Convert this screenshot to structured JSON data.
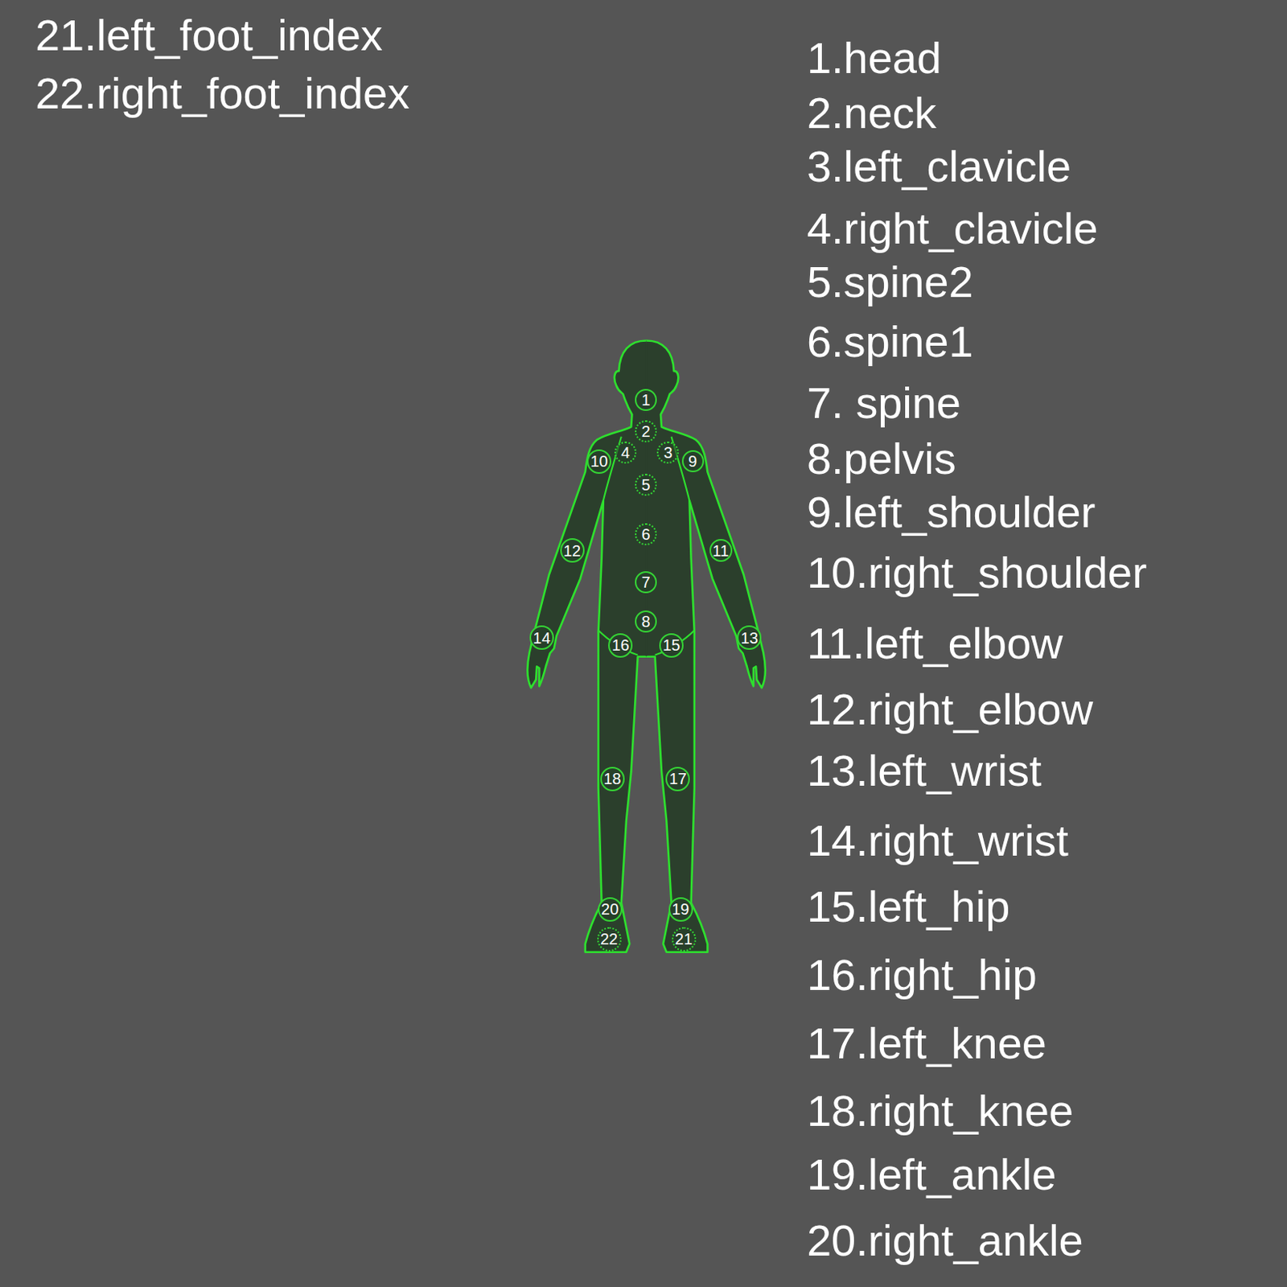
{
  "diagram": {
    "nodes": [
      {
        "text": [
          "1"
        ]
      },
      {
        "text": [
          "2"
        ]
      },
      {
        "text": [
          "3"
        ]
      },
      {
        "text": [
          "4"
        ]
      },
      {
        "text": [
          "5"
        ]
      },
      {
        "text": [
          "6"
        ]
      },
      {
        "text": [
          "7"
        ]
      },
      {
        "text": [
          "8"
        ]
      },
      {
        "text": [
          "9"
        ]
      },
      {
        "text": [
          "10"
        ]
      },
      {
        "text": [
          "11"
        ]
      },
      {
        "text": [
          "12"
        ]
      },
      {
        "text": [
          "13"
        ]
      },
      {
        "text": [
          "14"
        ]
      },
      {
        "text": [
          "15"
        ]
      },
      {
        "text": [
          "16"
        ]
      },
      {
        "text": [
          "17"
        ]
      },
      {
        "text": [
          "18"
        ]
      },
      {
        "text": [
          "19"
        ]
      },
      {
        "text": [
          "20"
        ]
      },
      {
        "text": [
          "21"
        ]
      },
      {
        "text": [
          "22"
        ]
      }
    ],
    "labels": [
      "21.left_foot_index",
      "22.right_foot_index",
      "1.head",
      "2.neck",
      "3.left_clavicle",
      "4.right_clavicle",
      "5.spine2",
      "6.spine1",
      "7. spine",
      "8.pelvis",
      "9.left_shoulder",
      "10.right_shoulder",
      "11.left_elbow",
      "12.right_elbow",
      "13.left_wrist",
      "14.right_wrist",
      "15.left_hip",
      "16.right_hip",
      "17.left_knee",
      "18.right_knee",
      "19.left_ankle",
      "20.right_ankle"
    ]
  }
}
